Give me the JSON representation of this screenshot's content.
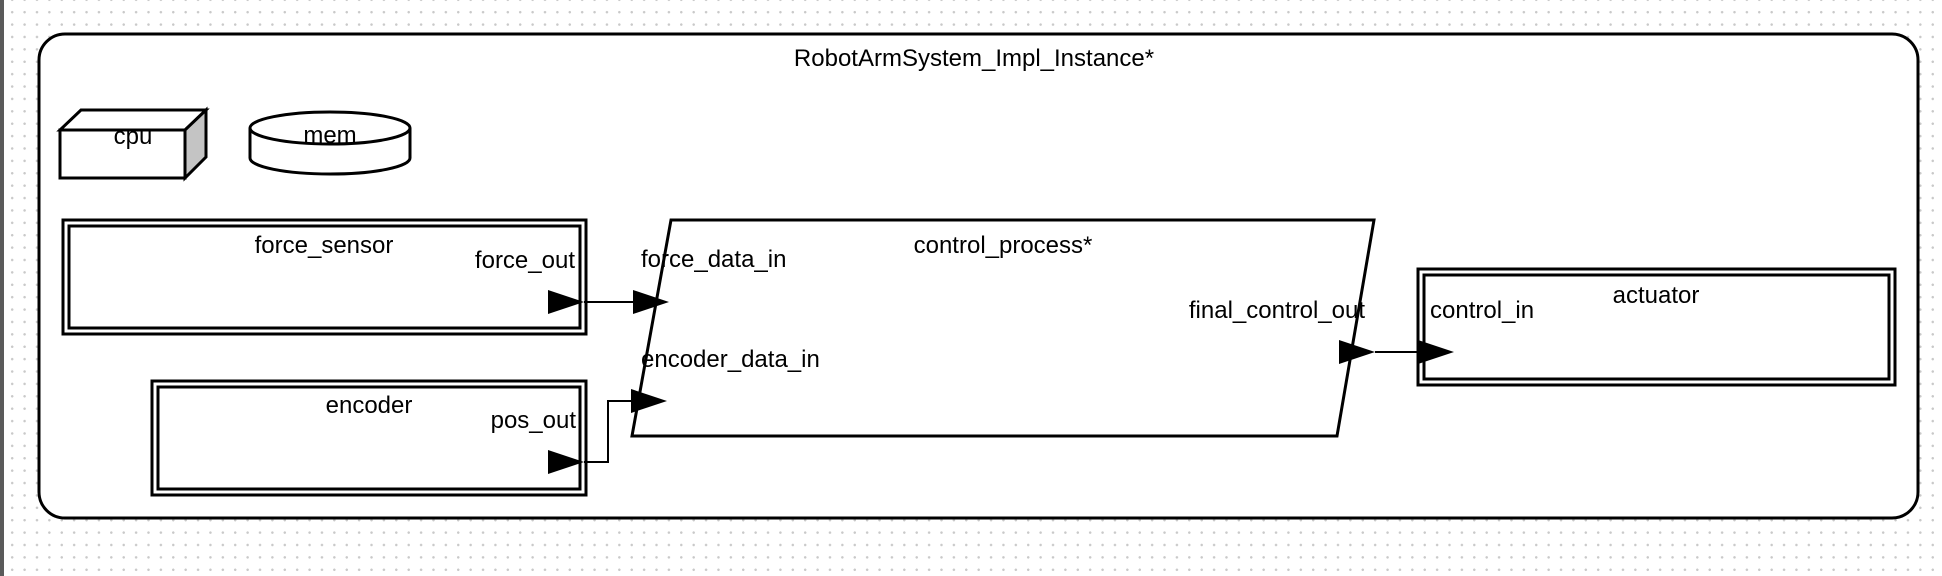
{
  "system": {
    "title": "RobotArmSystem_Impl_Instance*"
  },
  "processor": {
    "label": "cpu"
  },
  "memory": {
    "label": "mem"
  },
  "force_sensor": {
    "label": "force_sensor",
    "port_out": "force_out"
  },
  "encoder": {
    "label": "encoder",
    "port_out": "pos_out"
  },
  "control_process": {
    "label": "control_process*",
    "port_in_force": "force_data_in",
    "port_in_encoder": "encoder_data_in",
    "port_out": "final_control_out"
  },
  "actuator": {
    "label": "actuator",
    "port_in": "control_in"
  }
}
